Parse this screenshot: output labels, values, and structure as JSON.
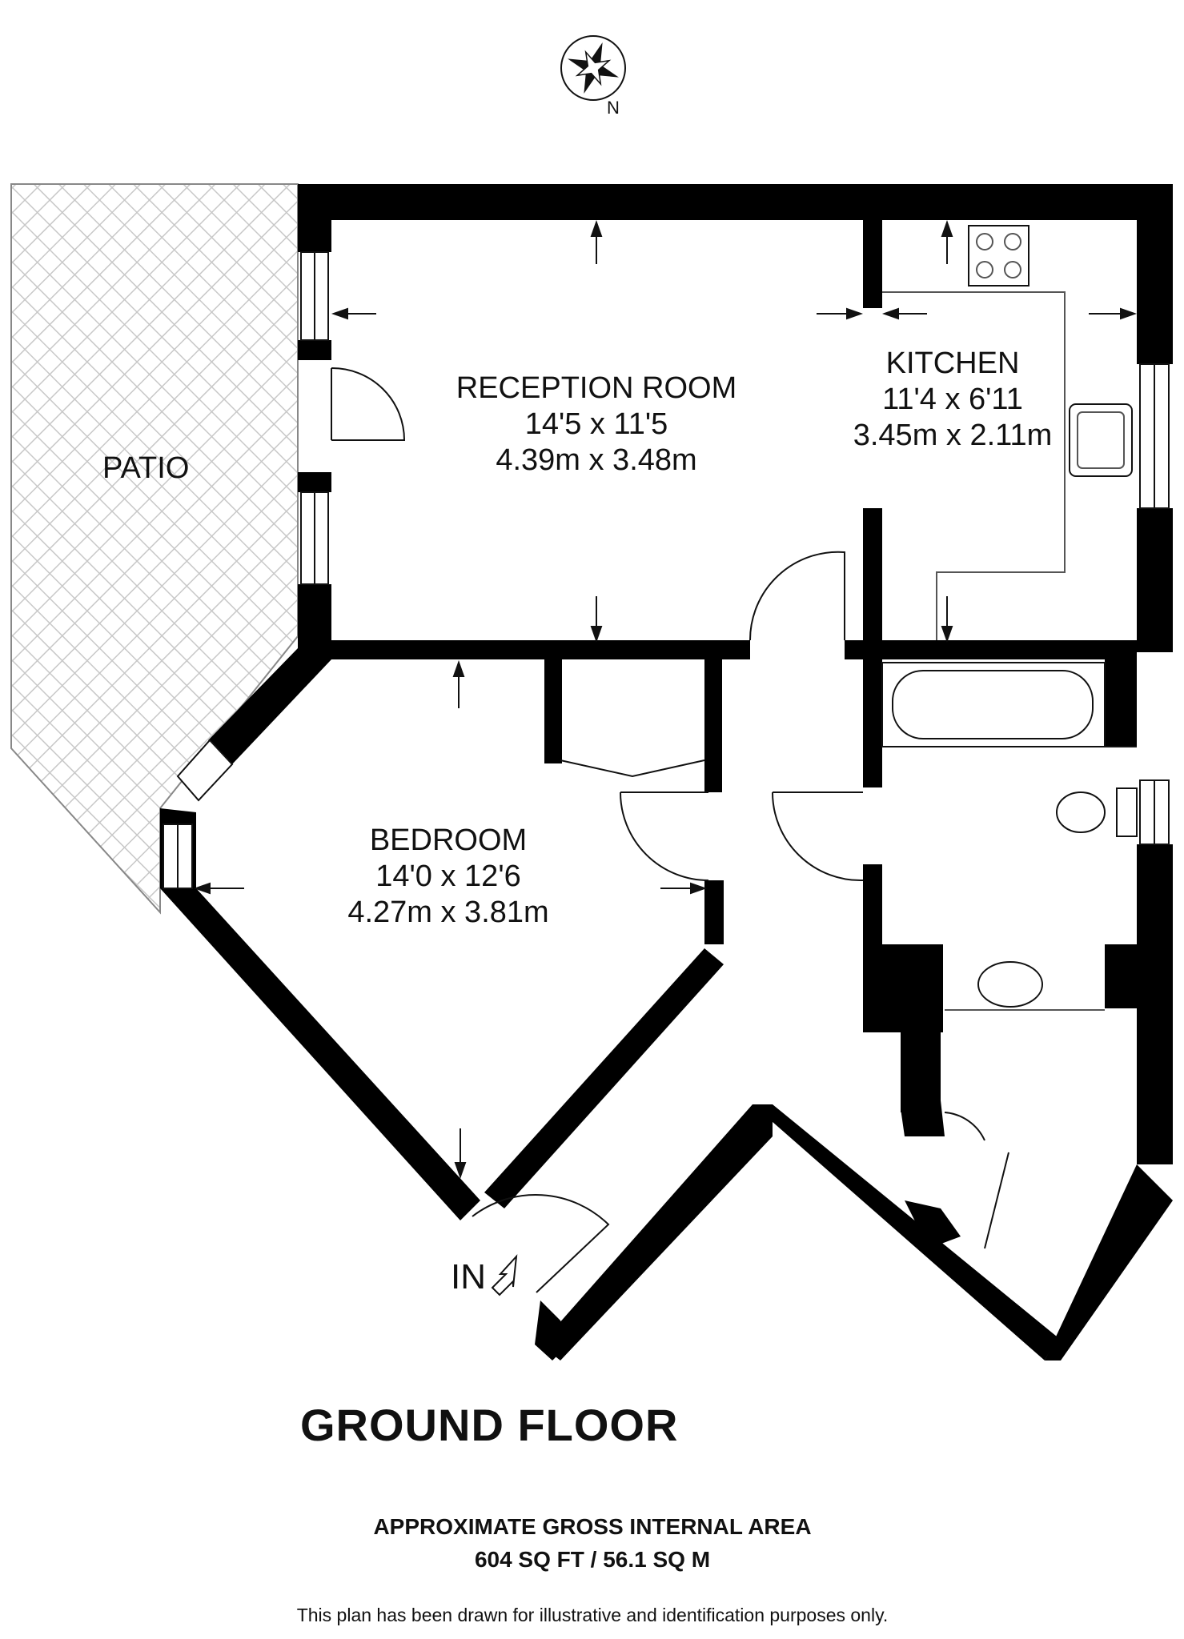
{
  "compass": {
    "icon": "compass-rose-icon",
    "north_label": "N"
  },
  "rooms": {
    "reception": {
      "name": "RECEPTION ROOM",
      "imperial": "14'5 x 11'5",
      "metric": "4.39m x 3.48m"
    },
    "kitchen": {
      "name": "KITCHEN",
      "imperial": "11'4 x 6'11",
      "metric": "3.45m x 2.11m"
    },
    "bedroom": {
      "name": "BEDROOM",
      "imperial": "14'0 x 12'6",
      "metric": "4.27m x 3.81m"
    },
    "patio": {
      "name": "PATIO"
    }
  },
  "entrance": {
    "label": "IN",
    "icon": "entrance-arrow-icon"
  },
  "floor_title": "GROUND FLOOR",
  "area": {
    "heading": "APPROXIMATE GROSS INTERNAL AREA",
    "value": "604 SQ FT / 56.1 SQ M"
  },
  "disclaimer": "This plan has been drawn for illustrative and identification purposes only.",
  "colors": {
    "wall": "#000000",
    "patio_hatch": "#c8c8c8",
    "background": "#ffffff"
  }
}
